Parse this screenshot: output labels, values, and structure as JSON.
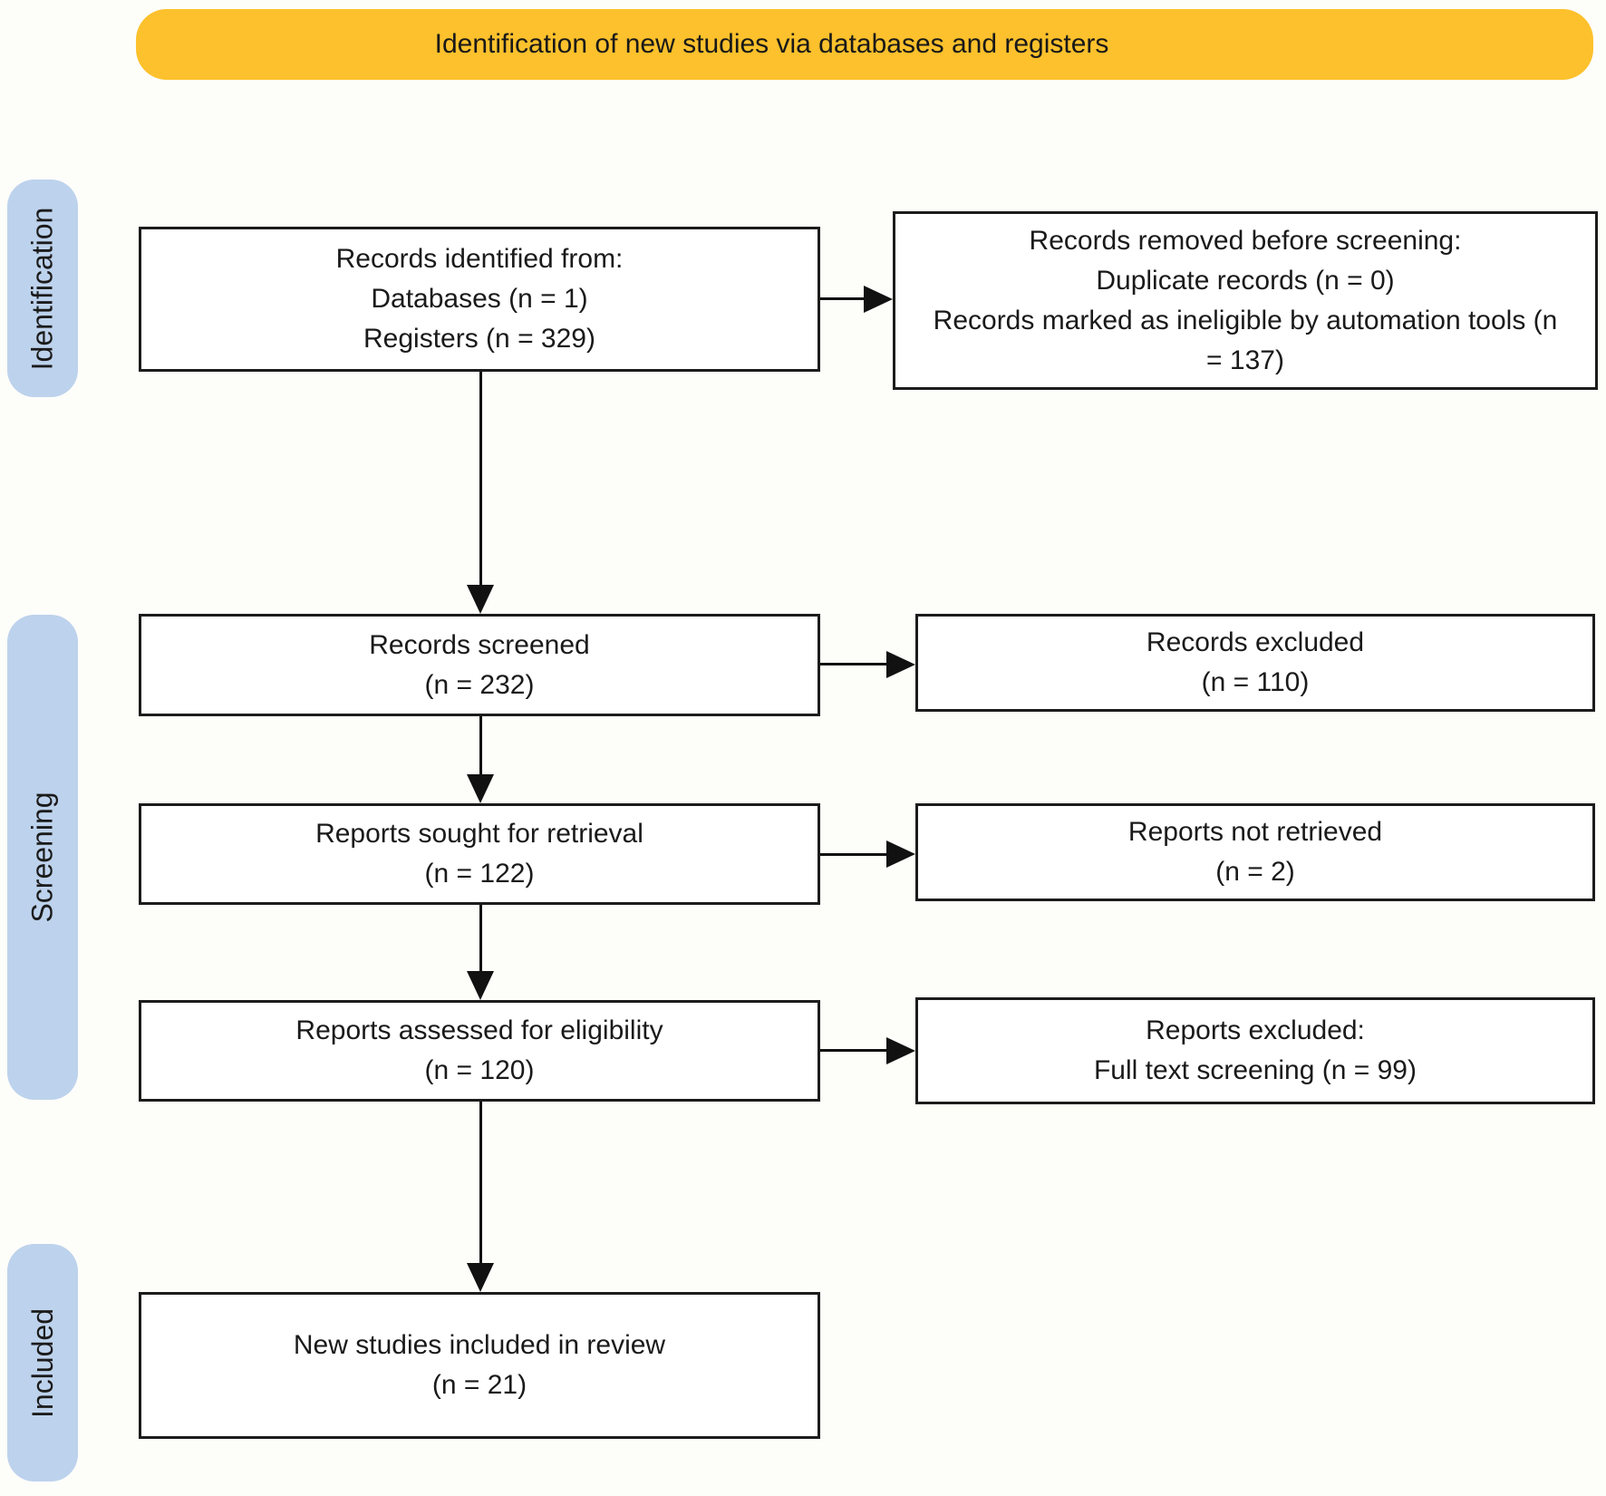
{
  "title_banner": {
    "text": "Identification of new studies via databases and registers"
  },
  "stages": {
    "identification": "Identification",
    "screening": "Screening",
    "included": "Included"
  },
  "colors": {
    "banner_bg": "#FCC12C",
    "stage_bg": "#BDD2EC",
    "box_border": "#1C1C1C",
    "arrow": "#111111",
    "box_bg": "#FFFFFF"
  },
  "boxes": {
    "records_identified": {
      "lines": [
        "Records identified from:",
        "Databases (n = 1)",
        "Registers (n = 329)"
      ]
    },
    "records_removed": {
      "lines": [
        "Records removed before screening:",
        "Duplicate records (n = 0)",
        "Records marked as ineligible by automation tools (n = 137)"
      ]
    },
    "records_screened": {
      "lines": [
        "Records screened",
        "(n = 232)"
      ]
    },
    "records_excluded": {
      "lines": [
        "Records excluded",
        "(n = 110)"
      ]
    },
    "reports_sought": {
      "lines": [
        "Reports sought for retrieval",
        "(n = 122)"
      ]
    },
    "reports_not_retrieved": {
      "lines": [
        "Reports not retrieved",
        "(n = 2)"
      ]
    },
    "reports_assessed": {
      "lines": [
        "Reports assessed for eligibility",
        "(n = 120)"
      ]
    },
    "reports_excluded": {
      "lines": [
        "Reports excluded:",
        "Full text screening (n = 99)"
      ]
    },
    "new_studies_included": {
      "lines": [
        "New studies included in review",
        "(n = 21)"
      ]
    }
  }
}
